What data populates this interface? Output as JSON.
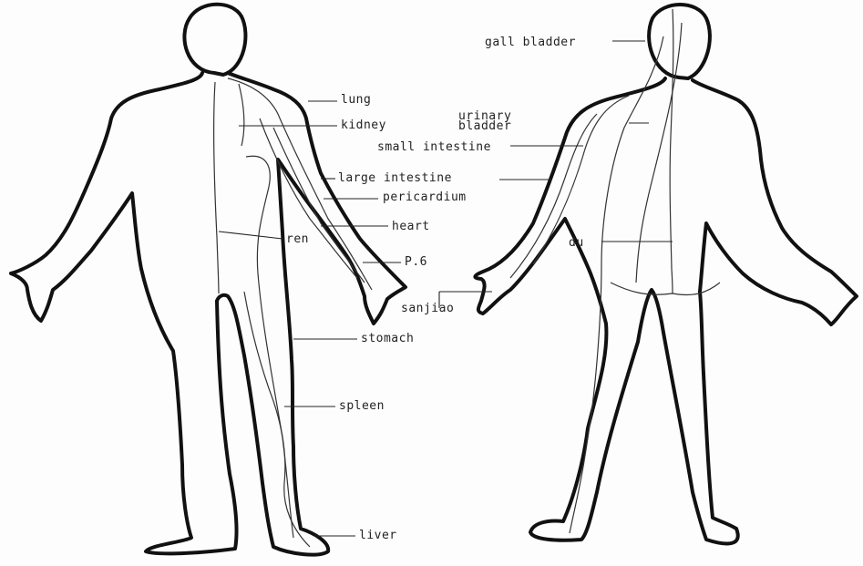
{
  "labels": {
    "lung": "lung",
    "kidney": "kidney",
    "small_intestine": "small intestine",
    "large_intestine": "large intestine",
    "pericardium": "pericardium",
    "heart": "heart",
    "ren": "ren",
    "p6": "P.6",
    "sanjiao": "sanjiao",
    "stomach": "stomach",
    "spleen": "spleen",
    "liver": "liver",
    "gall_bladder": "gall bladder",
    "urinary_bladder_1": "urinary",
    "urinary_bladder_2": "bladder",
    "du": "du"
  },
  "colors": {
    "outline": "#111111",
    "background": "#fdfdfd",
    "text": "#222222"
  }
}
